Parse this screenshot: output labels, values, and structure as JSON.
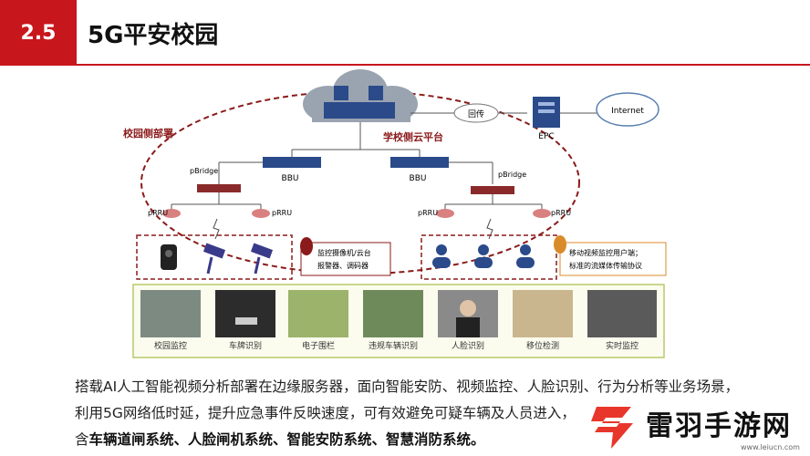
{
  "header": {
    "section_number": "2.5",
    "title": "5G平安校园"
  },
  "diagram": {
    "campus_side_label": "校园侧部署",
    "cloud_platform_label": "学校侧云平台",
    "backhaul_label": "回传",
    "epc_label": "EPC",
    "internet_label": "Internet",
    "bbu_labels": [
      "BBU",
      "BBU"
    ],
    "pbridge_labels": [
      "pBridge",
      "pBridge"
    ],
    "prru_labels": [
      "pRRU",
      "pRRU",
      "pRRU",
      "pRRU"
    ],
    "left_legend": [
      "监控摄像机/云台",
      "报警器、调码器"
    ],
    "right_legend": [
      "移动视频监控用户端；",
      "标准的流媒体传输协议"
    ],
    "photo_labels": [
      "校园监控",
      "车牌识别",
      "电子围栏",
      "违规车辆识别",
      "人脸识别",
      "移位检测",
      "实时监控"
    ],
    "colors": {
      "dashed_border": "#8b1a1a",
      "device_blue": "#2a4a8a",
      "cloud_gray": "#9aa3b0",
      "red_node": "#c0392b",
      "legend_red": "#8b1a1a",
      "legend_orange": "#d98b2a",
      "photo_border": "#b8c96a"
    }
  },
  "caption": {
    "line_text": "搭载AI人工智能视频分析部署在边缘服务器，面向智能安防、视频监控、人脸识别、行为分析等业务场景，利用5G网络低时延，提升应急事件反映速度，可有效避免可疑车辆及人员进入，",
    "line_prefix": "含",
    "bold_text": "车辆道闸系统、人脸闸机系统、智能安防系统、智慧消防系统。"
  },
  "watermark": {
    "logo_text": "雷羽手游网",
    "url": "www.leiucn.com",
    "logo_icon": "lightning-s-logo"
  }
}
